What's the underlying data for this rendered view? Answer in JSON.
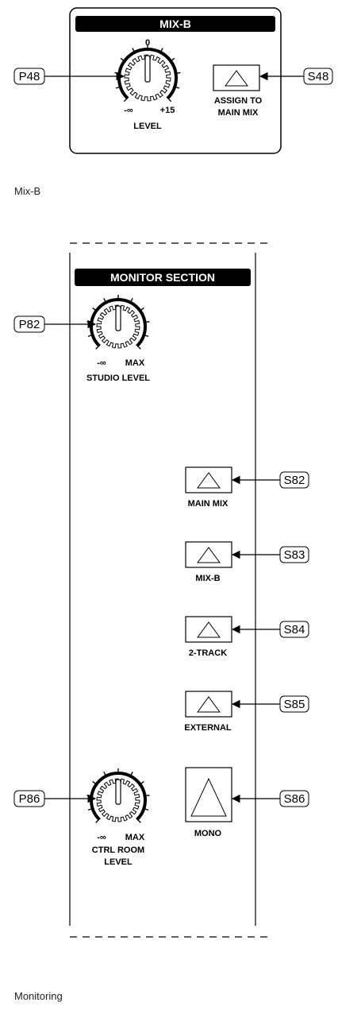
{
  "mixb": {
    "header": "MIX-B",
    "knob_top": "0",
    "knob_min": "-∞",
    "knob_max": "+15",
    "knob_label": "LEVEL",
    "button_label_1": "ASSIGN TO",
    "button_label_2": "MAIN MIX",
    "tag_left": "P48",
    "tag_right": "S48",
    "caption": "Mix-B"
  },
  "monitor": {
    "header": "MONITOR SECTION",
    "studio_min": "-∞",
    "studio_max": "MAX",
    "studio_label": "STUDIO LEVEL",
    "studio_tag": "P82",
    "buttons": [
      {
        "label": "MAIN MIX",
        "tag": "S82"
      },
      {
        "label": "MIX-B",
        "tag": "S83"
      },
      {
        "label": "2-TRACK",
        "tag": "S84"
      },
      {
        "label": "EXTERNAL",
        "tag": "S85"
      }
    ],
    "ctrl_min": "-∞",
    "ctrl_max": "MAX",
    "ctrl_label_1": "CTRL ROOM",
    "ctrl_label_2": "LEVEL",
    "ctrl_tag": "P86",
    "mono_label": "MONO",
    "mono_tag": "S86",
    "caption": "Monitoring"
  }
}
